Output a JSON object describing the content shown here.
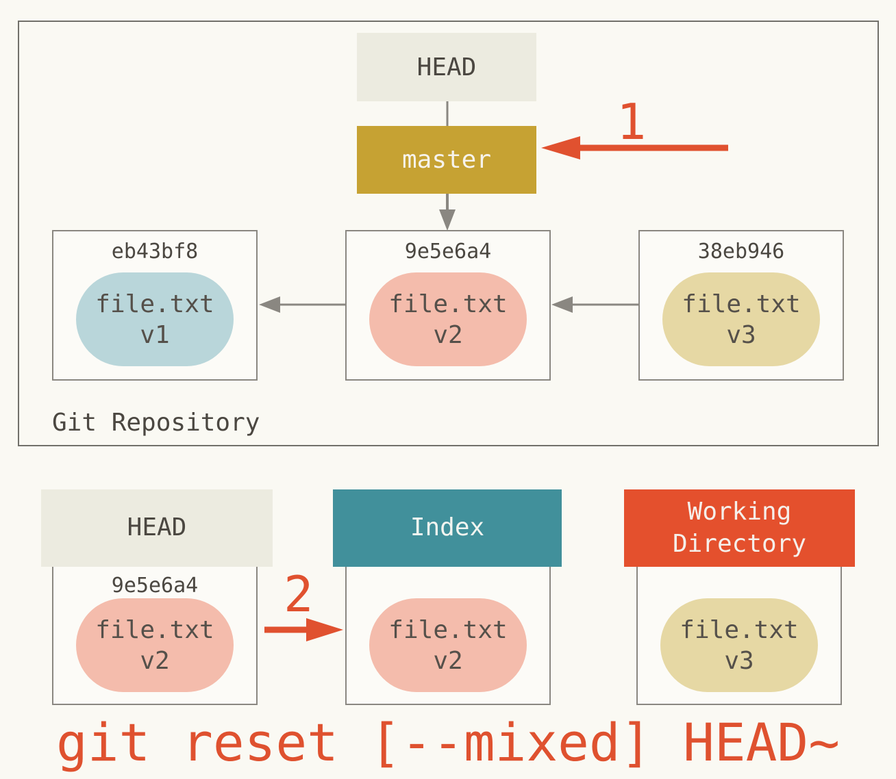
{
  "palette": {
    "background": "#FAF9F3",
    "box_border": "#8A8781",
    "repository_border": "#71706A",
    "text_dark": "#4B4741",
    "text_light": "#F6F3EC",
    "accent_red": "#E0512F",
    "head_header_beige": "#ECEBE0",
    "master_gold": "#C6A233",
    "index_teal": "#41909B",
    "working_dir_orange": "#E4502D",
    "blob_blue": "#B9D6DA",
    "blob_pink": "#F4BCAC",
    "blob_tan": "#E6D8A4"
  },
  "repository": {
    "label": "Git Repository",
    "head_label": "HEAD",
    "branch_label": "master",
    "commits": [
      {
        "hash": "eb43bf8",
        "file": "file.txt",
        "version": "v1"
      },
      {
        "hash": "9e5e6a4",
        "file": "file.txt",
        "version": "v2"
      },
      {
        "hash": "38eb946",
        "file": "file.txt",
        "version": "v3"
      }
    ]
  },
  "steps": {
    "one": "1",
    "two": "2"
  },
  "columns": {
    "head": {
      "title": "HEAD",
      "hash": "9e5e6a4",
      "file": "file.txt",
      "version": "v2"
    },
    "index": {
      "title": "Index",
      "file": "file.txt",
      "version": "v2"
    },
    "working_directory": {
      "title": "Working Directory",
      "file": "file.txt",
      "version": "v3"
    }
  },
  "caption": "git reset [--mixed] HEAD~"
}
